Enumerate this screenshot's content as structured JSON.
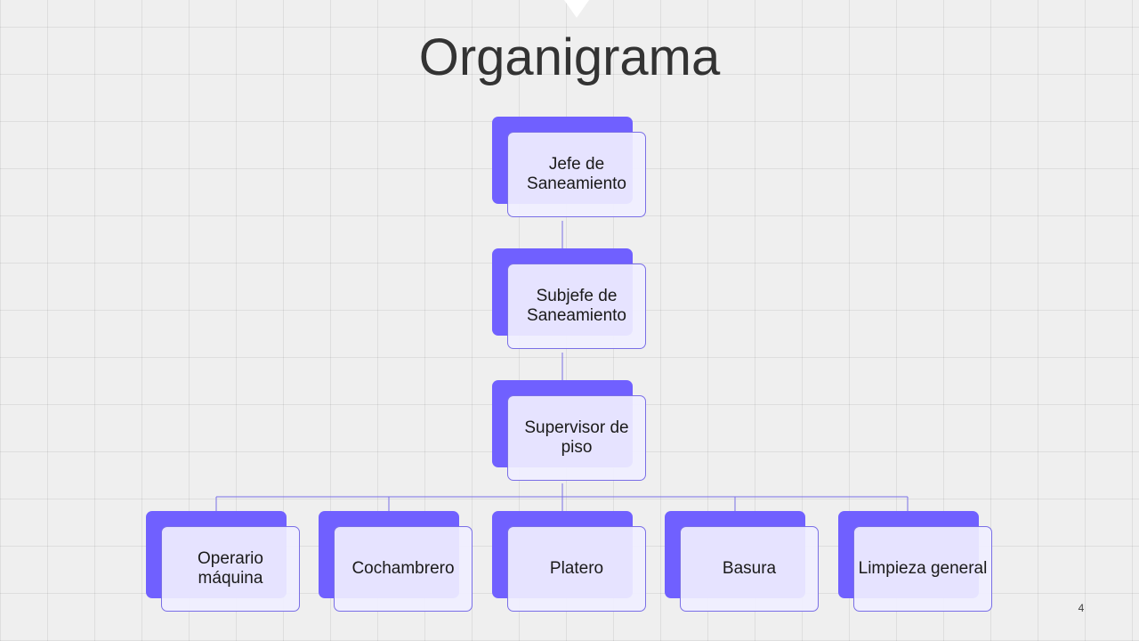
{
  "slide": {
    "title": "Organigrama",
    "slide_number": "4"
  },
  "org_chart": {
    "root": {
      "label": "Jefe de Saneamiento"
    },
    "level2": {
      "label": "Subjefe de Saneamiento"
    },
    "level3": {
      "label": "Supervisor de piso"
    },
    "staff": [
      {
        "label": "Operario máquina"
      },
      {
        "label": "Cochambrero"
      },
      {
        "label": "Platero"
      },
      {
        "label": "Basura"
      },
      {
        "label": "Limpieza general"
      }
    ]
  },
  "colors": {
    "accent": "#7060ff",
    "box_fill": "#f0efff",
    "connector": "#7a6fe6"
  }
}
